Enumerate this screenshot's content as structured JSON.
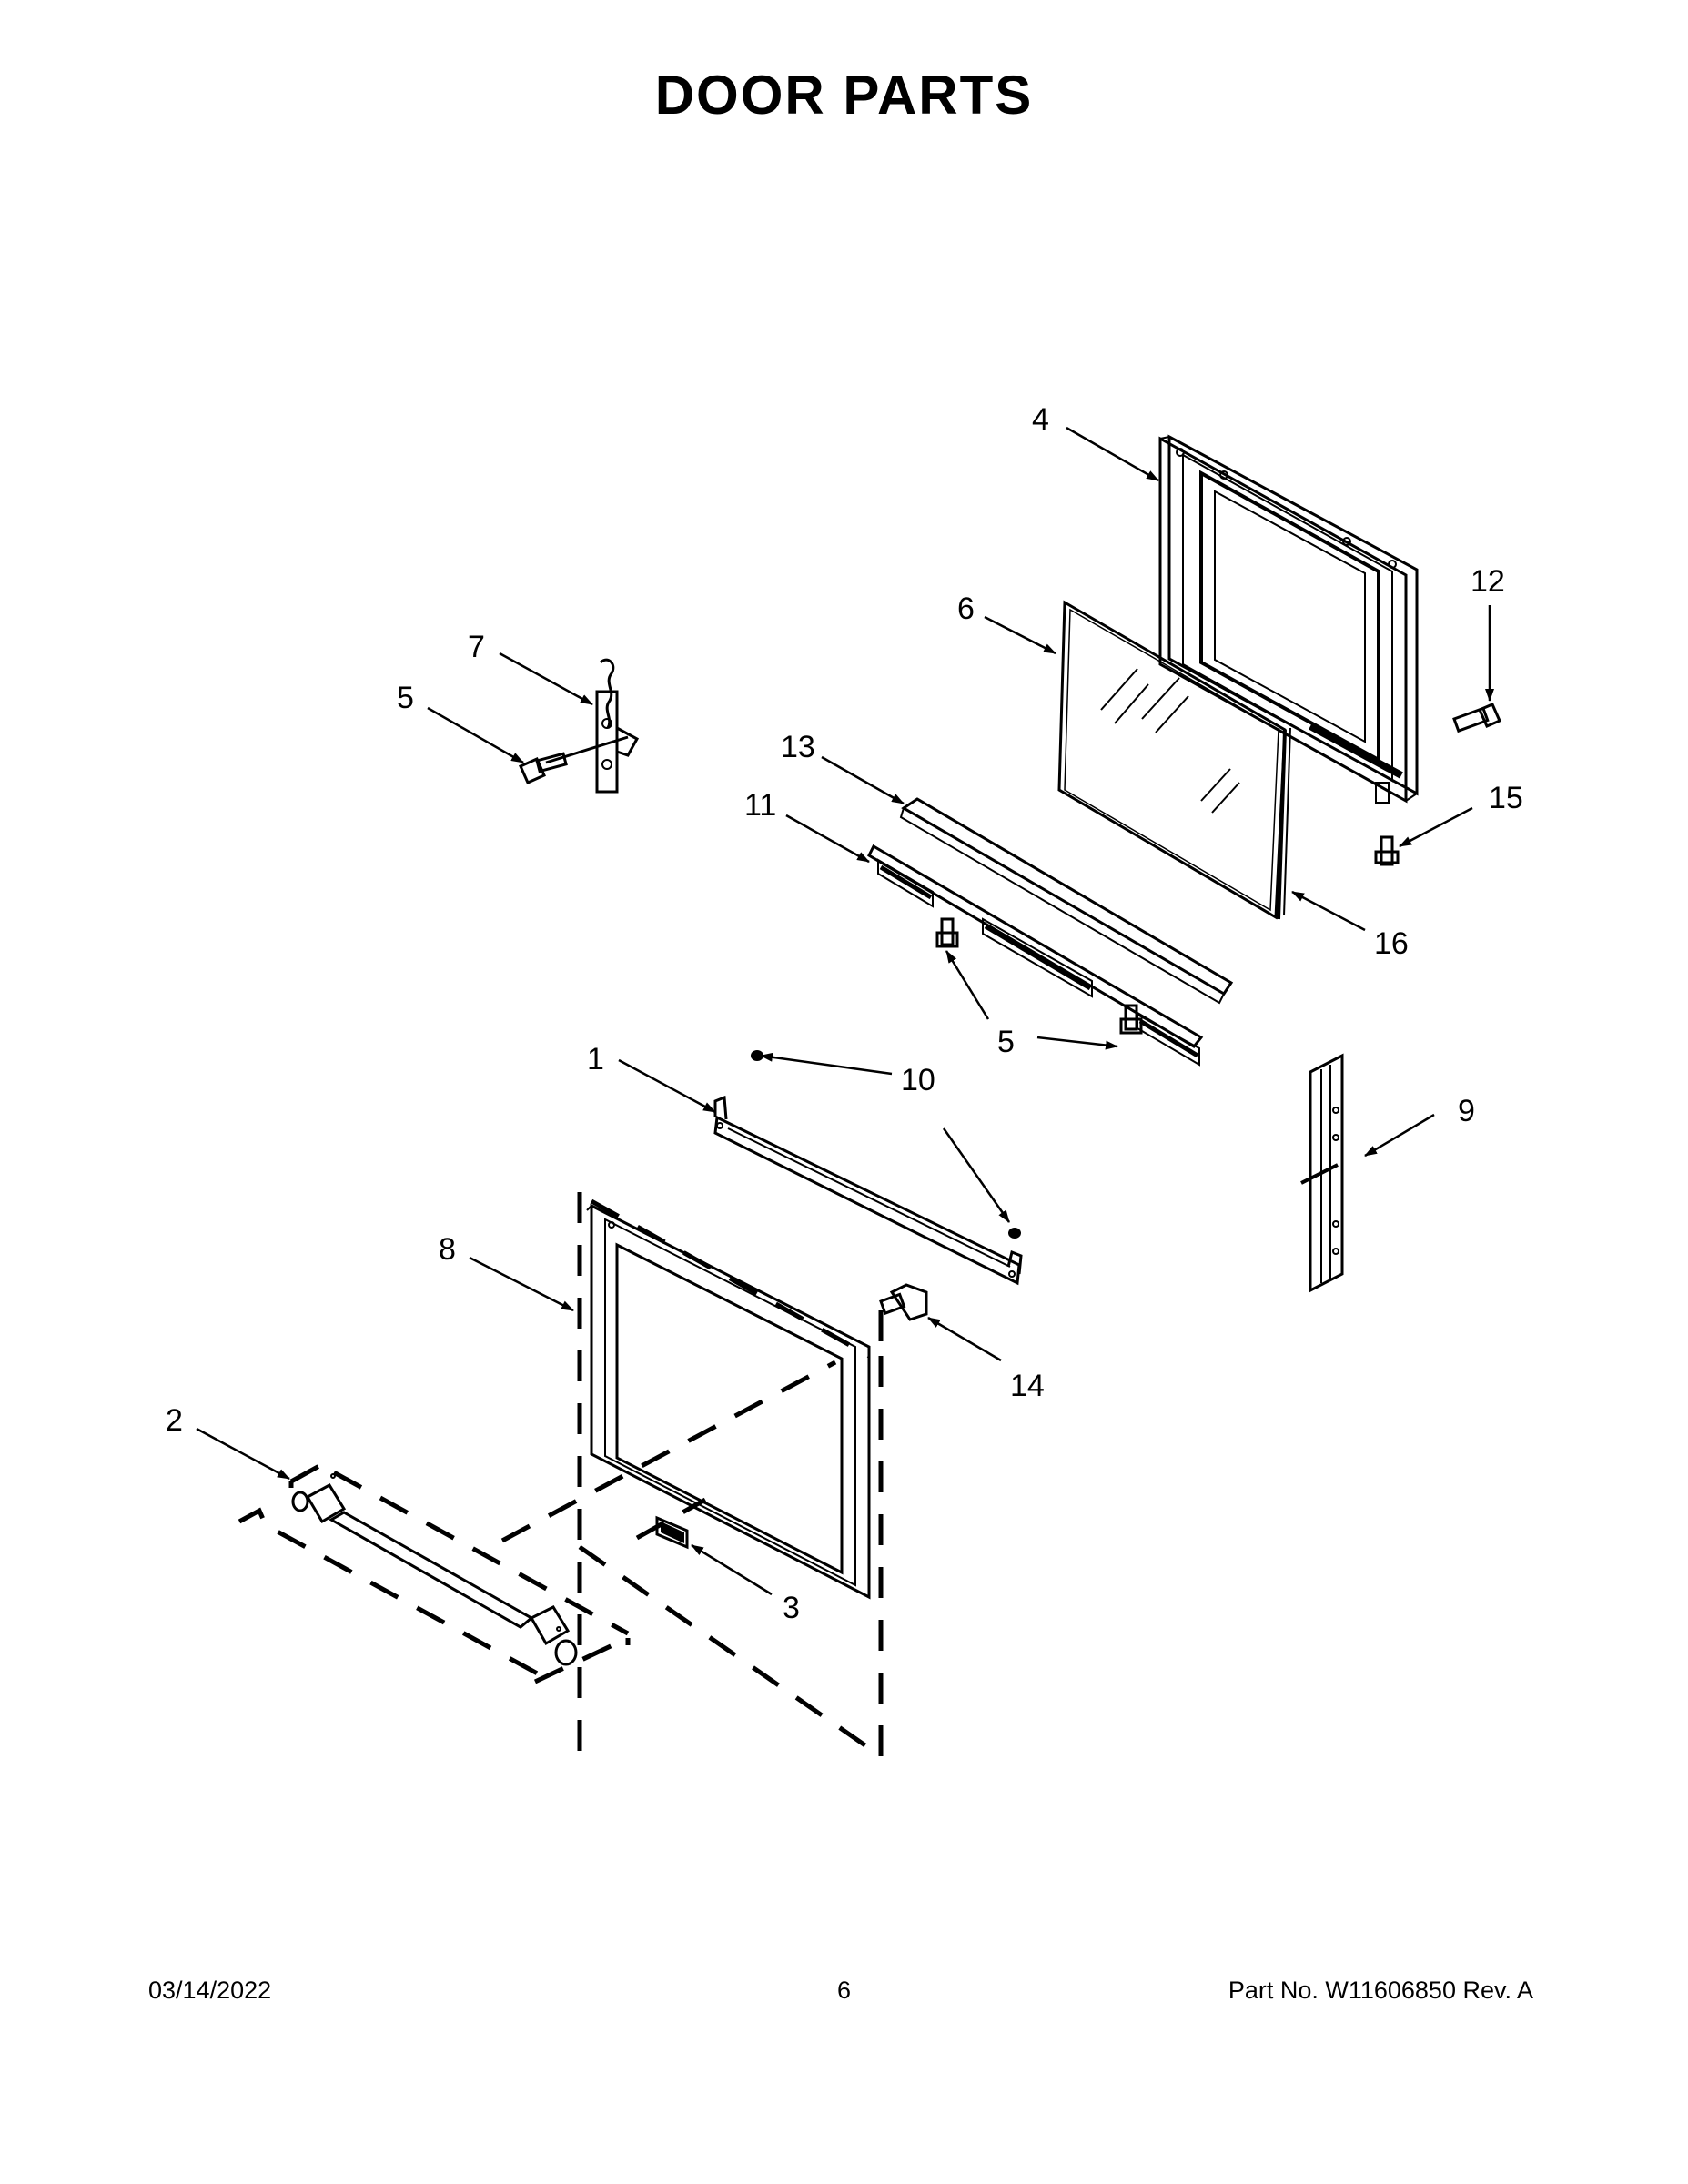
{
  "title": "DOOR PARTS",
  "footer": {
    "date": "03/14/2022",
    "page": "6",
    "part": "Part No.  W11606850  Rev.  A"
  },
  "callouts": {
    "c1": "1",
    "c2": "2",
    "c3": "3",
    "c4": "4",
    "c5a": "5",
    "c5b": "5",
    "c6": "6",
    "c7": "7",
    "c8": "8",
    "c9": "9",
    "c10": "10",
    "c11": "11",
    "c12": "12",
    "c13": "13",
    "c14": "14",
    "c15": "15",
    "c16": "16"
  }
}
